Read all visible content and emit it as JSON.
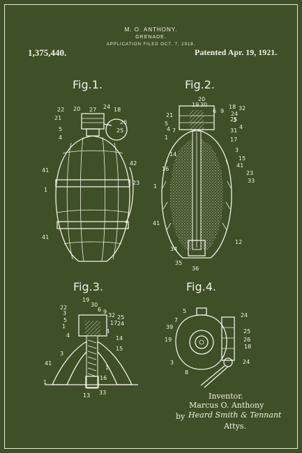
{
  "header": {
    "inventor": "M. O. ANTHONY.",
    "title": "GRENADE.",
    "filed": "APPLICATION FILED OCT. 7, 1918.",
    "patent_number": "1,375,440.",
    "patented": "Patented Apr. 19, 1921."
  },
  "figures": {
    "fig1": "Fig.1.",
    "fig2": "Fig.2.",
    "fig3": "Fig.3.",
    "fig4": "Fig.4."
  },
  "fig1_labels": [
    "22",
    "20",
    "27",
    "24",
    "18",
    "21",
    "5",
    "4",
    "26",
    "25",
    "41",
    "42",
    "1",
    "23",
    "41"
  ],
  "fig2_labels": [
    "20",
    "19",
    "30",
    "18",
    "32",
    "6",
    "9",
    "24",
    "21",
    "3",
    "25",
    "5",
    "7",
    "4",
    "4",
    "31",
    "1",
    "17",
    "14",
    "3",
    "15",
    "41",
    "16",
    "23",
    "1",
    "33",
    "41",
    "12",
    "34",
    "35",
    "36"
  ],
  "fig3_labels": [
    "19",
    "30",
    "6",
    "9",
    "22",
    "32",
    "3",
    "25",
    "5",
    "17",
    "1",
    "24",
    "4",
    "14",
    "4",
    "15",
    "3",
    "1",
    "41",
    "16",
    "1",
    "13",
    "33"
  ],
  "fig4_labels": [
    "5",
    "24",
    "7",
    "25",
    "39",
    "26",
    "19",
    "18",
    "3",
    "24",
    "8"
  ],
  "signature": {
    "inventor_label": "Inventor.",
    "inventor_name": "Marcus O. Anthony",
    "by": "by",
    "attorneys": "Heard Smith & Tennant",
    "attys": "Attys."
  },
  "colors": {
    "background": "#3f4f27",
    "ink": "#f1f1e6"
  }
}
